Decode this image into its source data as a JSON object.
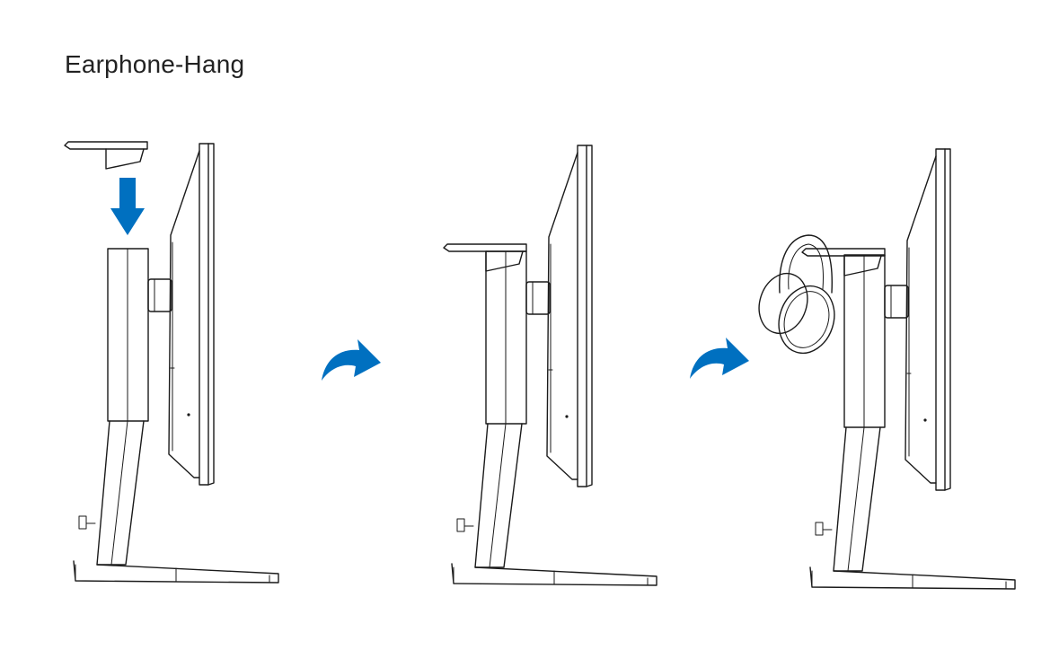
{
  "title": "Earphone-Hang",
  "colors": {
    "arrow": "#0070c0",
    "line": "#1a1a1a",
    "background": "#ffffff"
  },
  "steps": [
    {
      "name": "attach-hanger",
      "icon": "down-arrow-icon"
    },
    {
      "name": "hanger-installed",
      "icon": "curved-arrow-icon"
    },
    {
      "name": "headphones-hung",
      "icon": "curved-arrow-icon"
    }
  ]
}
